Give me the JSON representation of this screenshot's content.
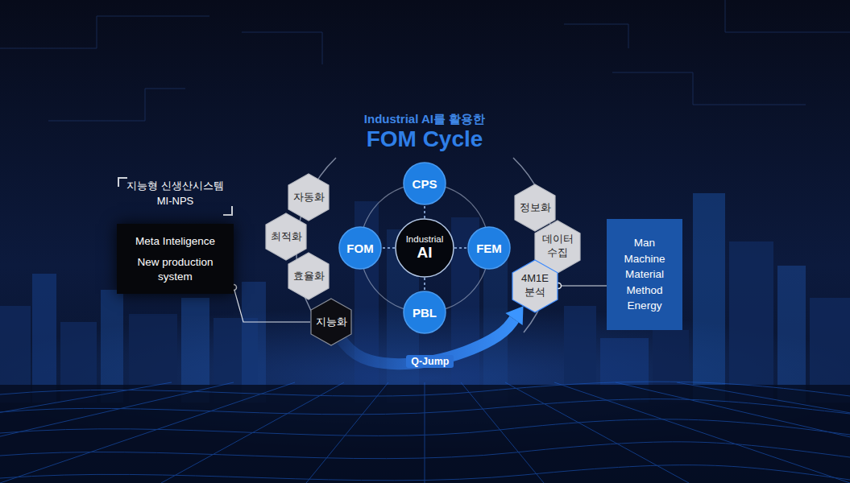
{
  "diagram": {
    "title": "FOM Cycle",
    "nodes": [
      {
        "text": [
          "지능형 신생산시스템 MI-NPS",
          "Meta Inteligence",
          "New production system"
        ]
      },
      {
        "text": [
          "자동화"
        ]
      },
      {
        "text": [
          "최적화"
        ]
      },
      {
        "text": [
          "효율화"
        ]
      },
      {
        "text": [
          "지능화"
        ]
      },
      {
        "text": [
          "CPS"
        ]
      },
      {
        "text": [
          "FOM"
        ]
      },
      {
        "text": [
          "Industrial",
          "AI"
        ]
      },
      {
        "text": [
          "FEM"
        ]
      },
      {
        "text": [
          "PBL"
        ]
      },
      {
        "text": [
          "정보화"
        ]
      },
      {
        "text": [
          "데이터 수집"
        ]
      },
      {
        "text": [
          "4M1E 분석"
        ]
      },
      {
        "text": [
          "Man",
          "Machine",
          "Material",
          "Method",
          "Energy"
        ]
      }
    ],
    "edges": [
      {
        "from": 0,
        "to": 4,
        "arrow": "none"
      },
      {
        "from": 4,
        "to": 12,
        "label": "Q-Jump",
        "arrow": "to"
      },
      {
        "from": 12,
        "to": 13,
        "arrow": "none"
      },
      {
        "from": 7,
        "to": 5,
        "arrow": "none"
      },
      {
        "from": 7,
        "to": 6,
        "arrow": "none"
      },
      {
        "from": 7,
        "to": 8,
        "arrow": "none"
      },
      {
        "from": 7,
        "to": 9,
        "arrow": "none"
      }
    ],
    "labels": [
      "Industrial AI를 활용한"
    ]
  }
}
